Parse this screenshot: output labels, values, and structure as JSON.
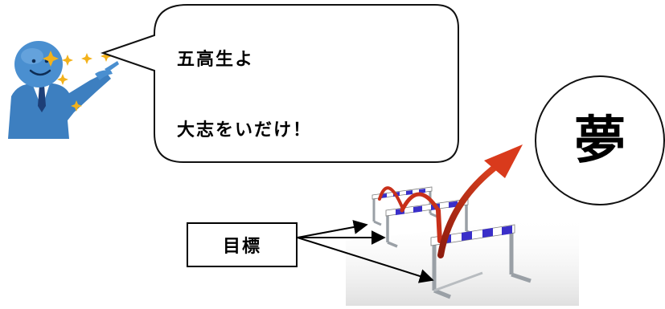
{
  "speech_bubble": {
    "line1": "五高生よ",
    "line2": "大志をいだけ！"
  },
  "dream_circle": {
    "text": "夢"
  },
  "label_box": {
    "text": "目標"
  },
  "icons": {
    "presenter": "pointing-businessman-icon",
    "sparkles": "sparkle-icon",
    "hurdles": "hurdles-illustration",
    "arrow": "jump-arrow-icon"
  },
  "colors": {
    "suit": "#3d7fc0",
    "skin": "#4a8fd0",
    "sparkle": "#f3b21b",
    "arrow": "#c8301a",
    "hurdle_stripe_blue": "#3a2fc9",
    "hurdle_frame": "#9aa0a6"
  }
}
